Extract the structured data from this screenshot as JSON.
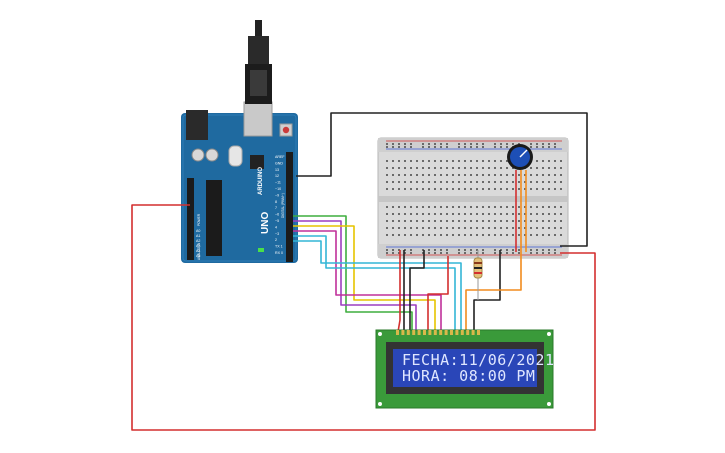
{
  "board": {
    "brand": "ARDUINO",
    "model": "UNO",
    "digital_label": "DIGITAL (PWM~)",
    "analog_label": "ANALOG IN",
    "power_label": "POWER",
    "digital_pins": [
      "AREF",
      "GND",
      "13",
      "12",
      "~11",
      "~10",
      "~9",
      "8",
      "7",
      "~6",
      "~5",
      "4",
      "~3",
      "2",
      "TX 1",
      "RX 0"
    ],
    "analog_pins": [
      "A0",
      "A1",
      "A2",
      "A3",
      "A4",
      "A5"
    ]
  },
  "lcd": {
    "line1": "FECHA:11/06/2021",
    "line2": "HORA: 08:00 PM"
  },
  "colors": {
    "board": "#1f6aa0",
    "board_dark": "#174f79",
    "breadboard": "#dcdcdc",
    "lcd_pcb": "#3a9a3a",
    "lcd_screen": "#2a46b8",
    "wire_red": "#d32f2f",
    "wire_black": "#222222",
    "wire_orange": "#f28c1e",
    "wire_green": "#3fae3f",
    "wire_purple": "#9c3fc0",
    "wire_magenta": "#c0309a",
    "wire_yellow": "#e6c400",
    "wire_cyan": "#34b6d6"
  },
  "icons": [
    "usb-cable-icon",
    "potentiometer-icon",
    "resistor-icon",
    "reset-button-icon"
  ]
}
